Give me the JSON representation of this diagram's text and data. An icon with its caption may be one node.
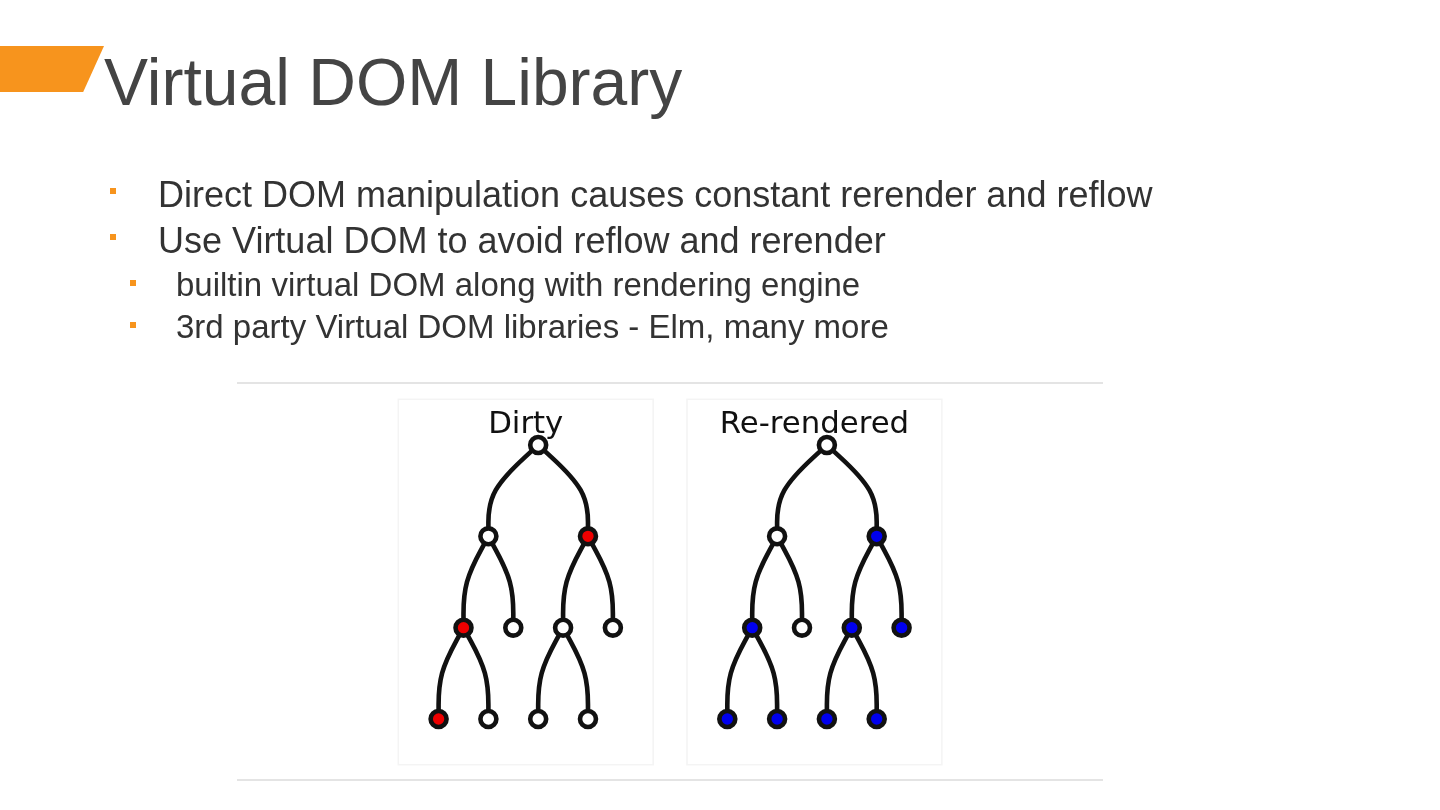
{
  "diagram": {
    "title": "Virtual DOM Library",
    "nodes": [
      {
        "text": [
          "Dirty"
        ]
      },
      {
        "text": [],
        "shape": "circle",
        "in": 0
      },
      {
        "text": [],
        "shape": "circle",
        "in": 0
      },
      {
        "text": [],
        "shape": "circle",
        "in": 0
      },
      {
        "text": [],
        "shape": "circle",
        "in": 0
      },
      {
        "text": [],
        "shape": "circle",
        "in": 0
      },
      {
        "text": [],
        "shape": "circle",
        "in": 0
      },
      {
        "text": [],
        "shape": "circle",
        "in": 0
      },
      {
        "text": [],
        "shape": "circle",
        "in": 0
      },
      {
        "text": [],
        "shape": "circle",
        "in": 0
      },
      {
        "text": [],
        "shape": "circle",
        "in": 0
      },
      {
        "text": [],
        "shape": "circle",
        "in": 0
      },
      {
        "text": [
          "Re-rendered"
        ]
      },
      {
        "text": [],
        "shape": "circle",
        "in": 12
      },
      {
        "text": [],
        "shape": "circle",
        "in": 12
      },
      {
        "text": [],
        "shape": "circle",
        "in": 12
      },
      {
        "text": [],
        "shape": "circle",
        "in": 12
      },
      {
        "text": [],
        "shape": "circle",
        "in": 12
      },
      {
        "text": [],
        "shape": "circle",
        "in": 12
      },
      {
        "text": [],
        "shape": "circle",
        "in": 12
      },
      {
        "text": [],
        "shape": "circle",
        "in": 12
      },
      {
        "text": [],
        "shape": "circle",
        "in": 12
      },
      {
        "text": [],
        "shape": "circle",
        "in": 12
      },
      {
        "text": [],
        "shape": "circle",
        "in": 12
      }
    ],
    "edges": [
      {
        "from": 1,
        "to": 2,
        "arrow": "none"
      },
      {
        "from": 1,
        "to": 3,
        "arrow": "none"
      },
      {
        "from": 2,
        "to": 4,
        "arrow": "none"
      },
      {
        "from": 2,
        "to": 5,
        "arrow": "none"
      },
      {
        "from": 3,
        "to": 6,
        "arrow": "none"
      },
      {
        "from": 3,
        "to": 7,
        "arrow": "none"
      },
      {
        "from": 4,
        "to": 8,
        "arrow": "none"
      },
      {
        "from": 4,
        "to": 9,
        "arrow": "none"
      },
      {
        "from": 6,
        "to": 10,
        "arrow": "none"
      },
      {
        "from": 6,
        "to": 11,
        "arrow": "none"
      },
      {
        "from": 13,
        "to": 14,
        "arrow": "none"
      },
      {
        "from": 13,
        "to": 15,
        "arrow": "none"
      },
      {
        "from": 14,
        "to": 16,
        "arrow": "none"
      },
      {
        "from": 14,
        "to": 17,
        "arrow": "none"
      },
      {
        "from": 15,
        "to": 18,
        "arrow": "none"
      },
      {
        "from": 15,
        "to": 19,
        "arrow": "none"
      },
      {
        "from": 16,
        "to": 20,
        "arrow": "none"
      },
      {
        "from": 16,
        "to": 21,
        "arrow": "none"
      },
      {
        "from": 18,
        "to": 22,
        "arrow": "none"
      },
      {
        "from": 18,
        "to": 23,
        "arrow": "none"
      }
    ],
    "labels": [
      "Direct DOM manipulation causes constant rerender and reflow",
      "Use Virtual DOM to avoid reflow and rerender",
      "builtin virtual DOM along with rendering engine",
      "3rd party Virtual DOM libraries - Elm, many more"
    ]
  }
}
